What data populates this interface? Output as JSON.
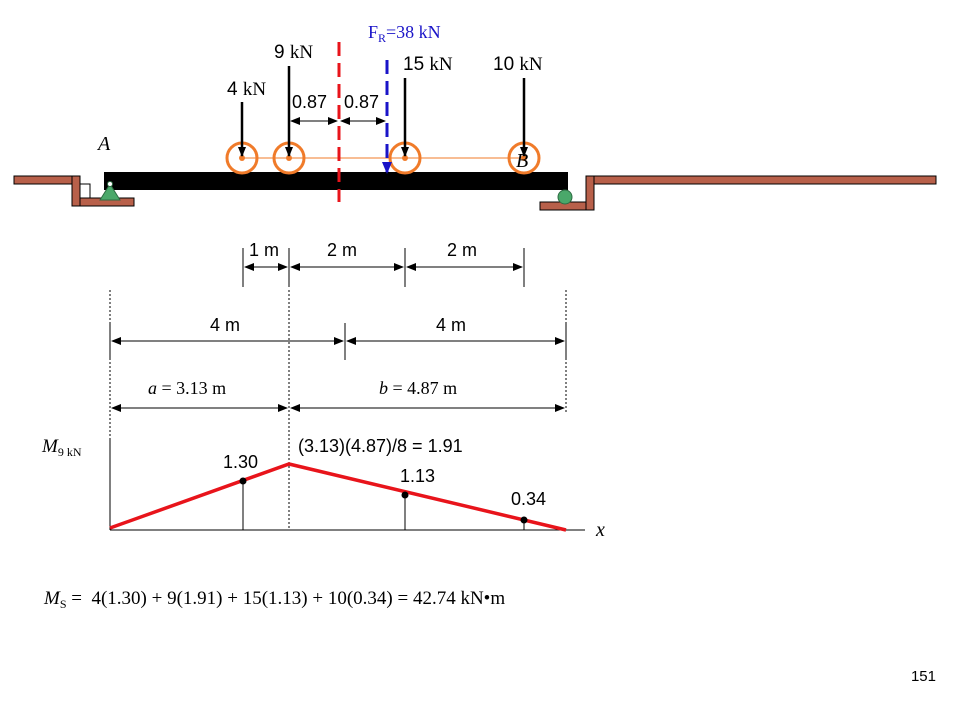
{
  "loads": {
    "p4": {
      "value": "4",
      "unit": "kN"
    },
    "p9": {
      "value": "9",
      "unit": "kN"
    },
    "p15": {
      "value": "15",
      "unit": "kN"
    },
    "p10": {
      "value": "10",
      "unit": "kN"
    },
    "resultant": {
      "symbol": "F",
      "sub": "R",
      "rest": "=38 kN"
    }
  },
  "offsets": {
    "left": "0.87",
    "right": "0.87"
  },
  "supports": {
    "a": "A",
    "b": "B"
  },
  "spacing": {
    "s1": "1 m",
    "s2": "2 m",
    "s3": "2 m"
  },
  "halves": {
    "left": "4 m",
    "right": "4 m"
  },
  "segments": {
    "a": {
      "sym": "a",
      "rest": " = 3.13 m"
    },
    "b": {
      "sym": "b",
      "rest": " = 4.87 m"
    }
  },
  "influence": {
    "axis_label": {
      "sym": "M",
      "sub": "9 kN"
    },
    "x_label": "x",
    "peak_formula": "(3.13)(4.87)/8 = 1.91",
    "ordinates": [
      "1.30",
      "1.13",
      "0.34"
    ]
  },
  "result": {
    "sym": "M",
    "sub": "S",
    "eq": " =  4(1.30) + 9(1.91) + 15(1.13) + 10(0.34) = 42.74 kN•m"
  },
  "page_number": "151",
  "colors": {
    "red": "#e8141b",
    "blue": "#1a14c8",
    "orange": "#f07b2a",
    "brown": "#b8604a",
    "green_support": "#4aa86a"
  }
}
